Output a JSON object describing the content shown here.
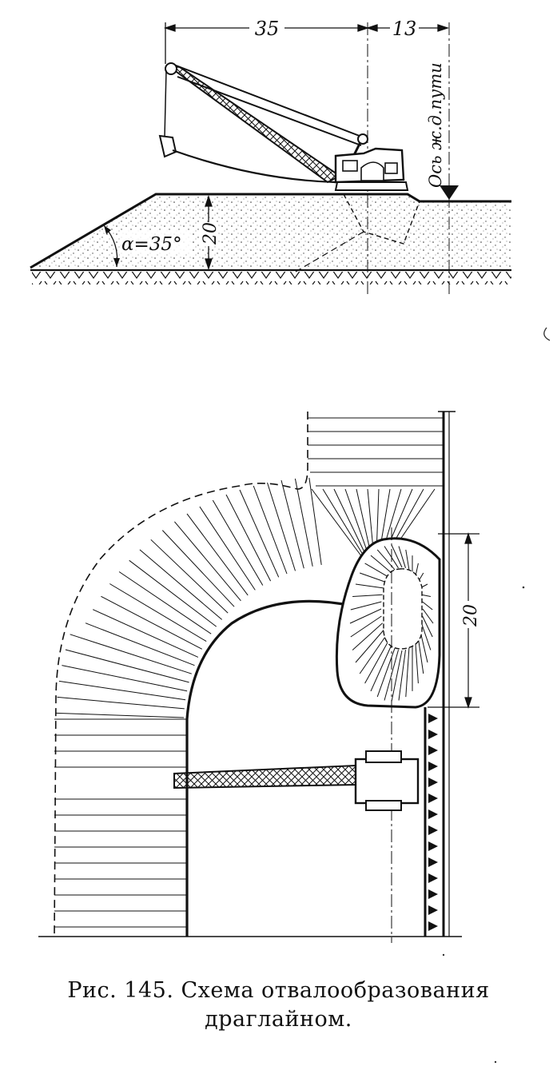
{
  "section_view": {
    "dim_main": "35",
    "dim_side": "13",
    "dim_height": "20",
    "slope_angle": "α=35°",
    "axis_label": "Ось ж.д.пути"
  },
  "plan_view": {
    "dim_width": "20"
  },
  "caption": {
    "line1": "Рис. 145.  Схема  отвалообразования",
    "line2": "драглайном."
  }
}
